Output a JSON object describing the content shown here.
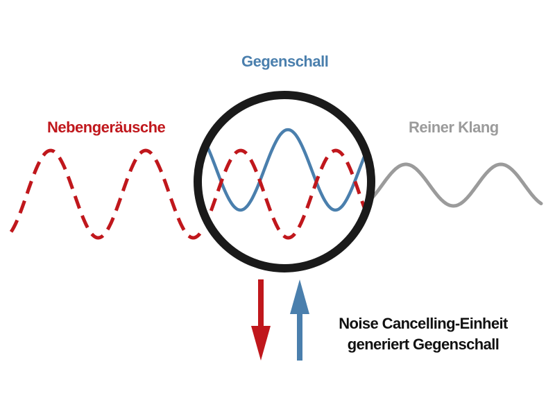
{
  "labels": {
    "noise": "Nebengeräusche",
    "anti_noise": "Gegenschall",
    "clean": "Reiner Klang"
  },
  "caption": {
    "line1": "Noise Cancelling-Einheit",
    "line2": "generiert Gegenschall"
  },
  "colors": {
    "noise": "#c0171c",
    "anti_noise": "#4a7fad",
    "clean": "#9b9b9b",
    "ring": "#1a1a1a",
    "caption": "#111111"
  },
  "icons": {
    "down_arrow": "arrow-down-icon",
    "up_arrow": "arrow-up-icon"
  }
}
